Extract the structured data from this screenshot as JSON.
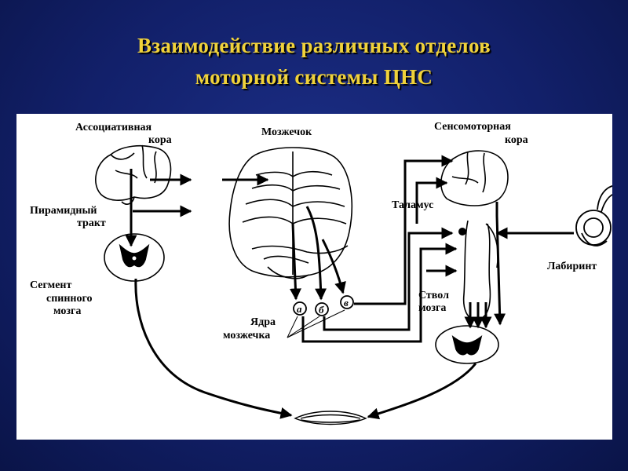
{
  "title": {
    "line1": "Взаимодействие различных отделов",
    "line2": "моторной системы ЦНС"
  },
  "labels": {
    "assoc_1": "Ассоциативная",
    "assoc_2": "кора",
    "cerebellum": "Мозжечок",
    "sensorimotor_1": "Сенсомоторная",
    "sensorimotor_2": "кора",
    "thalamus": "Таламус",
    "pyramidal_1": "Пирамидный",
    "pyramidal_2": "тракт",
    "labyrinth": "Лабиринт",
    "segment_1": "Сегмент",
    "segment_2": "спинного",
    "segment_3": "мозга",
    "stem_1": "Ствол",
    "stem_2": "мозга",
    "nuclei_1": "Ядра",
    "nuclei_2": "мозжечка"
  },
  "nuclei_letters": [
    "а",
    "б",
    "в"
  ],
  "colors": {
    "background": "#12206a",
    "title": "#f0d23a",
    "panel": "#ffffff",
    "ink": "#000000"
  }
}
